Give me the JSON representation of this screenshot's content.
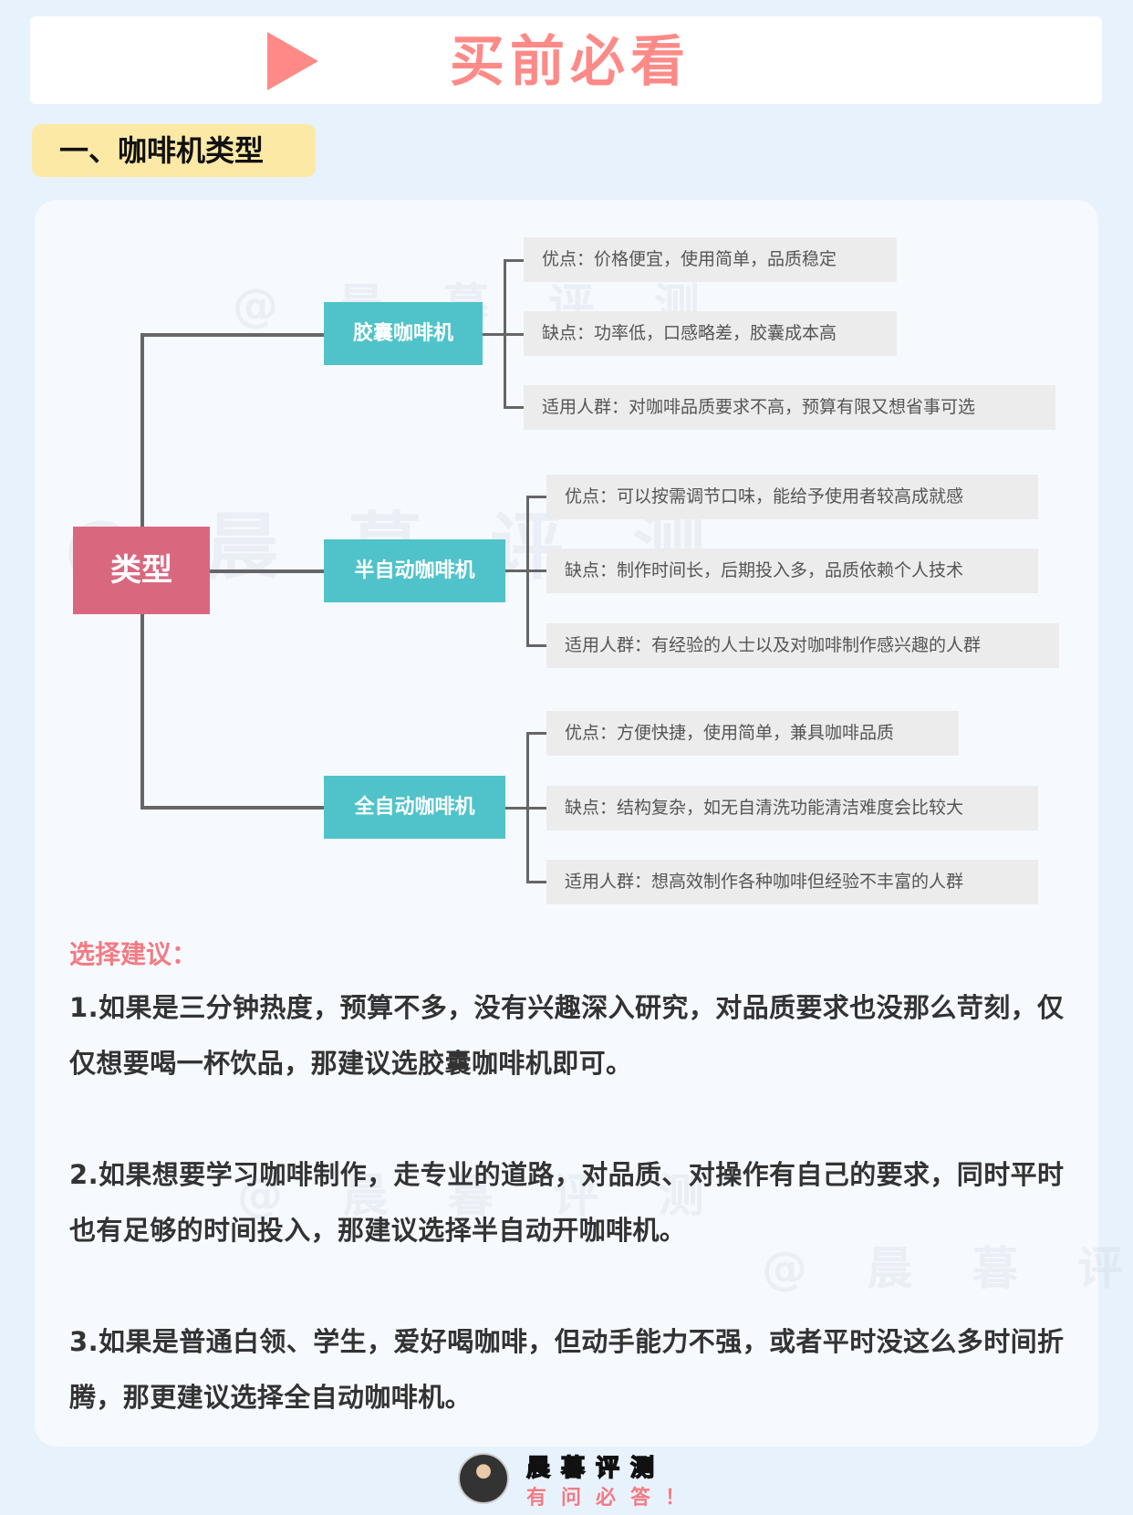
{
  "header": {
    "title": "买前必看"
  },
  "section": {
    "title": "一、咖啡机类型"
  },
  "watermark": "@ 晨 暮 评 测",
  "mindmap": {
    "root": "类型",
    "branches": [
      {
        "label": "胶囊咖啡机",
        "items": [
          "优点：价格便宜，使用简单，品质稳定",
          "缺点：功率低，口感略差，胶囊成本高",
          "适用人群：对咖啡品质要求不高，预算有限又想省事可选"
        ]
      },
      {
        "label": "半自动咖啡机",
        "items": [
          "优点：可以按需调节口味，能给予使用者较高成就感",
          "缺点：制作时间长，后期投入多，品质依赖个人技术",
          "适用人群：有经验的人士以及对咖啡制作感兴趣的人群"
        ]
      },
      {
        "label": "全自动咖啡机",
        "items": [
          "优点：方便快捷，使用简单，兼具咖啡品质",
          "缺点：结构复杂，如无自清洗功能清洁难度会比较大",
          "适用人群：想高效制作各种咖啡但经验不丰富的人群"
        ]
      }
    ]
  },
  "advice": {
    "title": "选择建议：",
    "paragraphs": [
      "1.如果是三分钟热度，预算不多，没有兴趣深入研究，对品质要求也没那么苛刻，仅仅想要喝一杯饮品，那建议选胶囊咖啡机即可。",
      "2.如果想要学习咖啡制作，走专业的道路，对品质、对操作有自己的要求，同时平时也有足够的时间投入，那建议选择半自动开咖啡机。",
      "3.如果是普通白领、学生，爱好喝咖啡，但动手能力不强，或者平时没这么多时间折腾，那更建议选择全自动咖啡机。"
    ]
  },
  "footer": {
    "brand": "晨暮评测",
    "slogan": "有问必答！"
  }
}
